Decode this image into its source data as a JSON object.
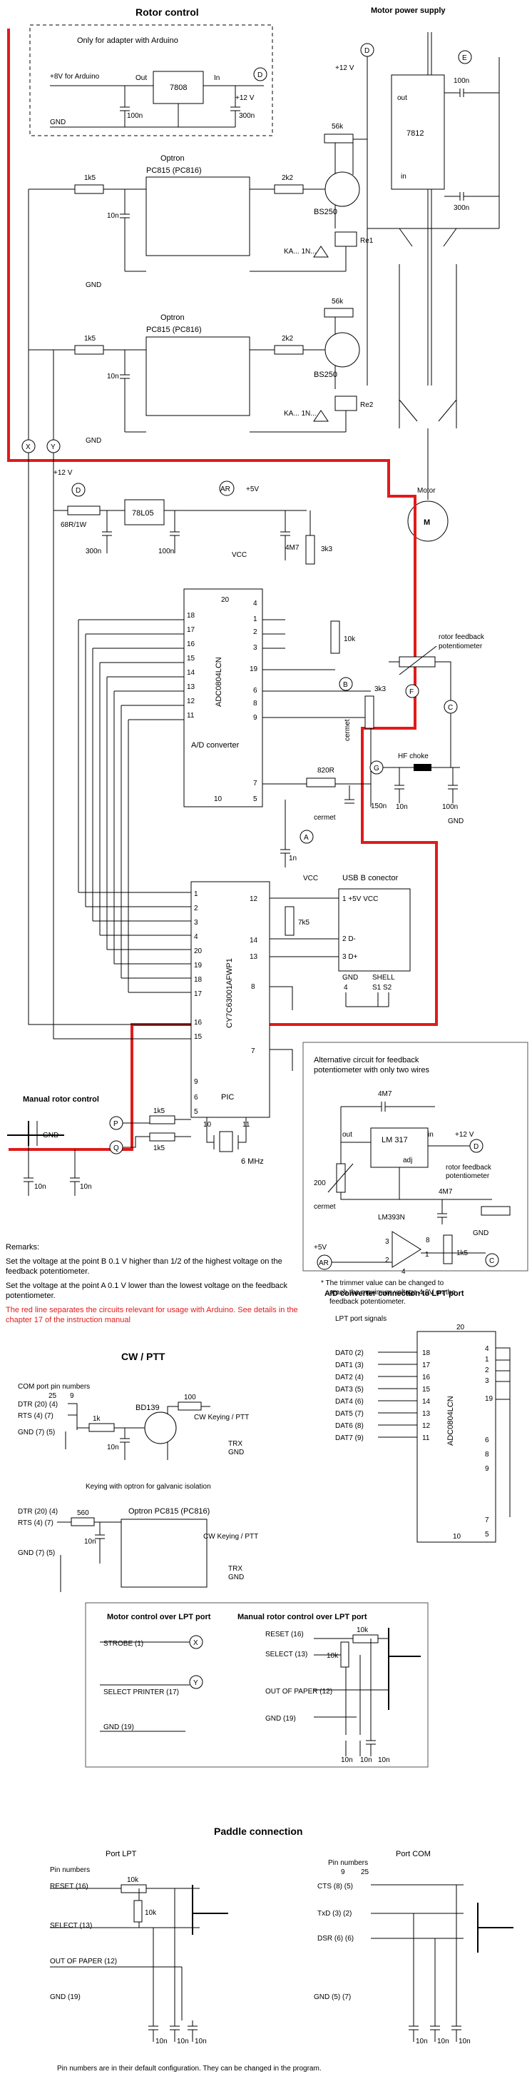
{
  "headings": {
    "rotor_control": "Rotor control",
    "motor_power": "Motor power supply",
    "cw_ptt": "CW / PTT",
    "paddle": "Paddle connection"
  },
  "adapter": {
    "caption": "Only for adapter with Arduino",
    "in_label": "+8V  for Arduino",
    "reg": "7808",
    "out": "Out",
    "in": "In",
    "plus12": "+12 V",
    "cap": "100n",
    "cap2": "300n",
    "gnd": "GND",
    "node": "D"
  },
  "supply": {
    "plus12": "+12 V",
    "reg": "7812",
    "out": "out",
    "in": "in",
    "c1": "100n",
    "c2": "300n",
    "motor": "Motor",
    "m": "M",
    "node_d": "D",
    "node_e": "E"
  },
  "optron1": {
    "label": "Optron",
    "name": "PC815  (PC816)",
    "r_in": "1k5",
    "cap": "10n",
    "r2": "2k2",
    "r3": "56k",
    "tr": "BS250",
    "relay": "Re1",
    "diode": "KA...\n1N...",
    "gnd": "GND"
  },
  "optron2": {
    "label": "Optron",
    "name": "PC815  (PC816)",
    "r_in": "1k5",
    "cap": "10n",
    "r2": "2k2",
    "r3": "56k",
    "tr": "BS250",
    "relay": "Re2",
    "diode": "KA...\n1N...",
    "gnd": "GND"
  },
  "adc": {
    "plus12": "+12 V",
    "r": "68R/1W",
    "reg": "78L05",
    "c1": "300n",
    "c2": "100n",
    "c3": "4M7",
    "r3": "3k3",
    "plus5": "+5V",
    "vcc": "VCC",
    "chip": "ADC0804LCN",
    "desc": "A/D converter",
    "r10k": "10k",
    "r3k3": "3k3",
    "cermet": "cermet",
    "r820": "820R",
    "c150": "150n",
    "c1n": "1n",
    "pins_left": [
      "18",
      "17",
      "16",
      "15",
      "14",
      "13",
      "12",
      "11"
    ],
    "pins_right": [
      "4",
      "1",
      "2",
      "3",
      "19",
      "6",
      "8",
      "9",
      "7",
      "5"
    ],
    "pins_bottom": [
      "10",
      "20"
    ],
    "fb_label": "rotor feedback potentiometer",
    "choke": "HF choke",
    "c10n": "10n",
    "c100n": "100n",
    "gnd": "GND",
    "nodes": [
      "AR",
      "D",
      "B",
      "F",
      "C",
      "G",
      "A"
    ]
  },
  "pic": {
    "chip": "CY7C63001AFWP1",
    "desc": "PIC",
    "vcc": "VCC",
    "usb_title": "USB B conector",
    "usb_pins": [
      "1  +5V VCC",
      "2  D-",
      "3  D+",
      "GND",
      "SHELL",
      "4",
      "S1 S2"
    ],
    "r7k5": "7k5",
    "crystal": "6 MHz",
    "pins_left": [
      "1",
      "2",
      "3",
      "4",
      "20",
      "19",
      "18",
      "17",
      "16",
      "15"
    ],
    "pins_right": [
      "12",
      "14",
      "13",
      "8",
      "7",
      "9",
      "6",
      "5",
      "10",
      "11"
    ]
  },
  "manual": {
    "title": "Manual rotor control",
    "r1": "1k5",
    "r2": "1k5",
    "c": "10n",
    "gnd": "GND",
    "nodes": [
      "P",
      "Q"
    ]
  },
  "remarks": {
    "title": "Remarks:",
    "line1": "Set the voltage at the point B 0.1 V higher than 1/2 of the highest voltage on the feedback potentiometer.",
    "line2": "Set the voltage at the point A 0.1 V lower than the lowest voltage on the feedback potentiometer.",
    "red": "The red line separates the circuits relevant for usage with Arduino. See details in the chapter 17 of the instruction manual"
  },
  "alt": {
    "title": "Alternative circuit for feedback potentiometer with only two wires",
    "cap": "4M7",
    "reg": "LM 317",
    "out": "out",
    "in": "in",
    "adj": "adj",
    "plus12": "+12 V",
    "r200": "200",
    "cermet": "cermet",
    "fb": "rotor feedback potentiometer",
    "c4m7": "4M7",
    "comp": "LM393N",
    "r1k5": "1k5",
    "plus5": "+5V",
    "gnd": "GND",
    "note": "*  The trimmer value can be changed to reach the maximum voltage 4.9V on the feedback potentiometer."
  },
  "cw": {
    "com_title": "COM port pin numbers",
    "pin25": "25",
    "pin9": "9",
    "dtr": "DTR (20)  (4)",
    "rts": "RTS  (4)  (7)",
    "gnd": "GND  (7)   (5)",
    "r1k": "1k",
    "r100": "100",
    "tr": "BD139",
    "out": "CW Keying / PTT",
    "c10n": "10n",
    "trx": "TRX",
    "trx_gnd": "GND",
    "opt_title": "Keying with optron for galvanic isolation",
    "dtr2": "DTR (20) (4)",
    "rts2": "RTS  (4) (7)",
    "gnd2": "GND (7)     (5)",
    "r560": "560",
    "opt_name": "Optron PC815  (PC816)",
    "opt_out": "CW Keying / PTT"
  },
  "lpt_adc": {
    "title": "A/D converter connection to LPT port",
    "subtitle": "LPT port signals",
    "signals": [
      "DAT0 (2)",
      "DAT1 (3)",
      "DAT2 (4)",
      "DAT3 (5)",
      "DAT4 (6)",
      "DAT5 (7)",
      "DAT6 (8)",
      "DAT7 (9)"
    ],
    "pins": [
      "18",
      "17",
      "16",
      "15",
      "14",
      "13",
      "12",
      "11"
    ],
    "pins_right": [
      "4",
      "1",
      "2",
      "3",
      "19",
      "6",
      "8",
      "9",
      "7",
      "5"
    ],
    "pin20": "20",
    "pin10": "10",
    "chip": "ADC0804LCN"
  },
  "motor_lpt": {
    "title": "Motor control over LPT port",
    "strobe": "STROBE (1)",
    "select": "SELECT PRINTER (17)",
    "gnd": "GND (19)",
    "nodes": [
      "X",
      "Y"
    ]
  },
  "manual_lpt": {
    "title": "Manual rotor control over LPT port",
    "reset": "RESET (16)",
    "select": "SELECT (13)",
    "paper": "OUT OF PAPER (12)",
    "gnd": "GND (19)",
    "r10k": "10k",
    "c10n": "10n"
  },
  "paddle": {
    "lpt_title": "Port LPT",
    "lpt_pins": "Pin numbers",
    "reset": "RESET (16)",
    "select": "SELECT (13)",
    "paper": "OUT OF PAPER (12)",
    "gnd": "GND (19)",
    "r10k": "10k",
    "c10n": "10n",
    "com_title": "Port COM",
    "com_pins": "Pin numbers",
    "p9": "9",
    "p25": "25",
    "cts": "CTS (8)    (5)",
    "txd": "TxD (3)    (2)",
    "dsr": "DSR (6)    (6)",
    "cgnd": "GND  (5)     (7)"
  },
  "footer": "Pin numbers are in their default configuration. They can be changed in the program.",
  "colors": {
    "divider": "#e01b1b",
    "ink": "#000000"
  }
}
